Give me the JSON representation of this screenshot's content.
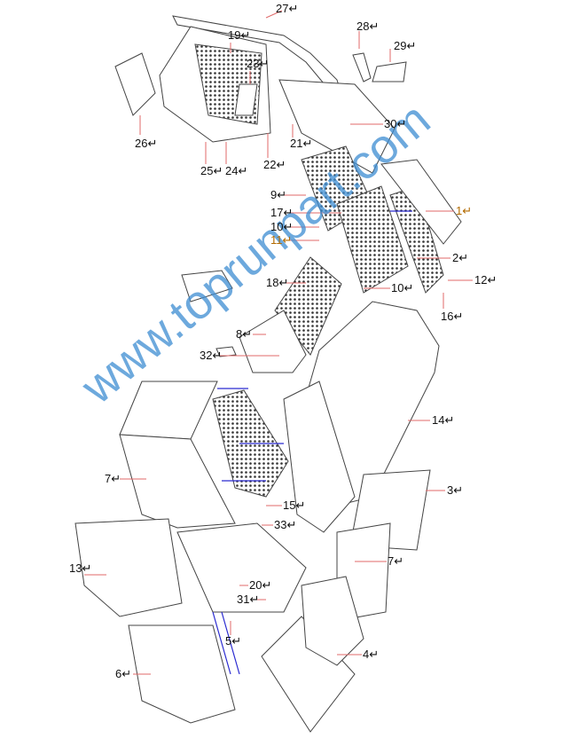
{
  "diagram": {
    "title": "",
    "part_labels": [
      "27",
      "28",
      "29",
      "19",
      "23",
      "26",
      "30",
      "21",
      "22",
      "25",
      "24",
      "9",
      "17",
      "10",
      "11",
      "1",
      "2",
      "12",
      "18",
      "10",
      "16",
      "8",
      "32",
      "14",
      "7",
      "3",
      "15",
      "33",
      "7",
      "13",
      "20",
      "31",
      "5",
      "4",
      "6"
    ],
    "return_mark": "↵",
    "watermark": "www.toprunpart.com",
    "colors": {
      "leader": "#e06a6a",
      "bolt": "#2a2ad0",
      "watermark": "#3c8cd2"
    }
  }
}
